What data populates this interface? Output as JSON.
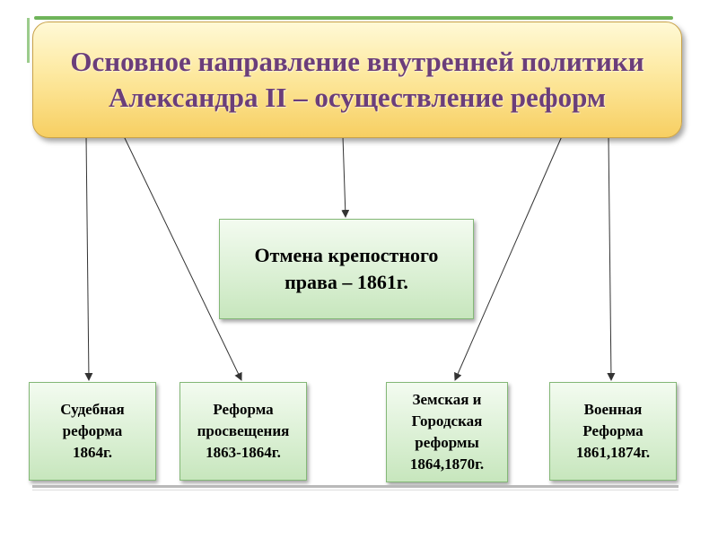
{
  "diagram": {
    "title": "Основное направление внутренней политики Александра II – осуществление реформ",
    "center": {
      "line1": "Отмена крепостного",
      "line2": "права – 1861г."
    },
    "reforms": [
      {
        "line1": "Судебная",
        "line2": "реформа",
        "line3": "1864г."
      },
      {
        "line1": "Реформа",
        "line2": "просвещения",
        "line3": "1863-1864г."
      },
      {
        "line1": "Земская и",
        "line2": "Городская",
        "line3": "реформы",
        "line4": "1864,1870г."
      },
      {
        "line1": "Военная",
        "line2": "Реформа",
        "line3": "1861,1874г."
      }
    ]
  },
  "colors": {
    "title_text": "#6b3e7a",
    "title_fill": "#fde9a0",
    "box_fill": "#d9efd2",
    "box_border": "#84b877",
    "connector": "#333333"
  }
}
